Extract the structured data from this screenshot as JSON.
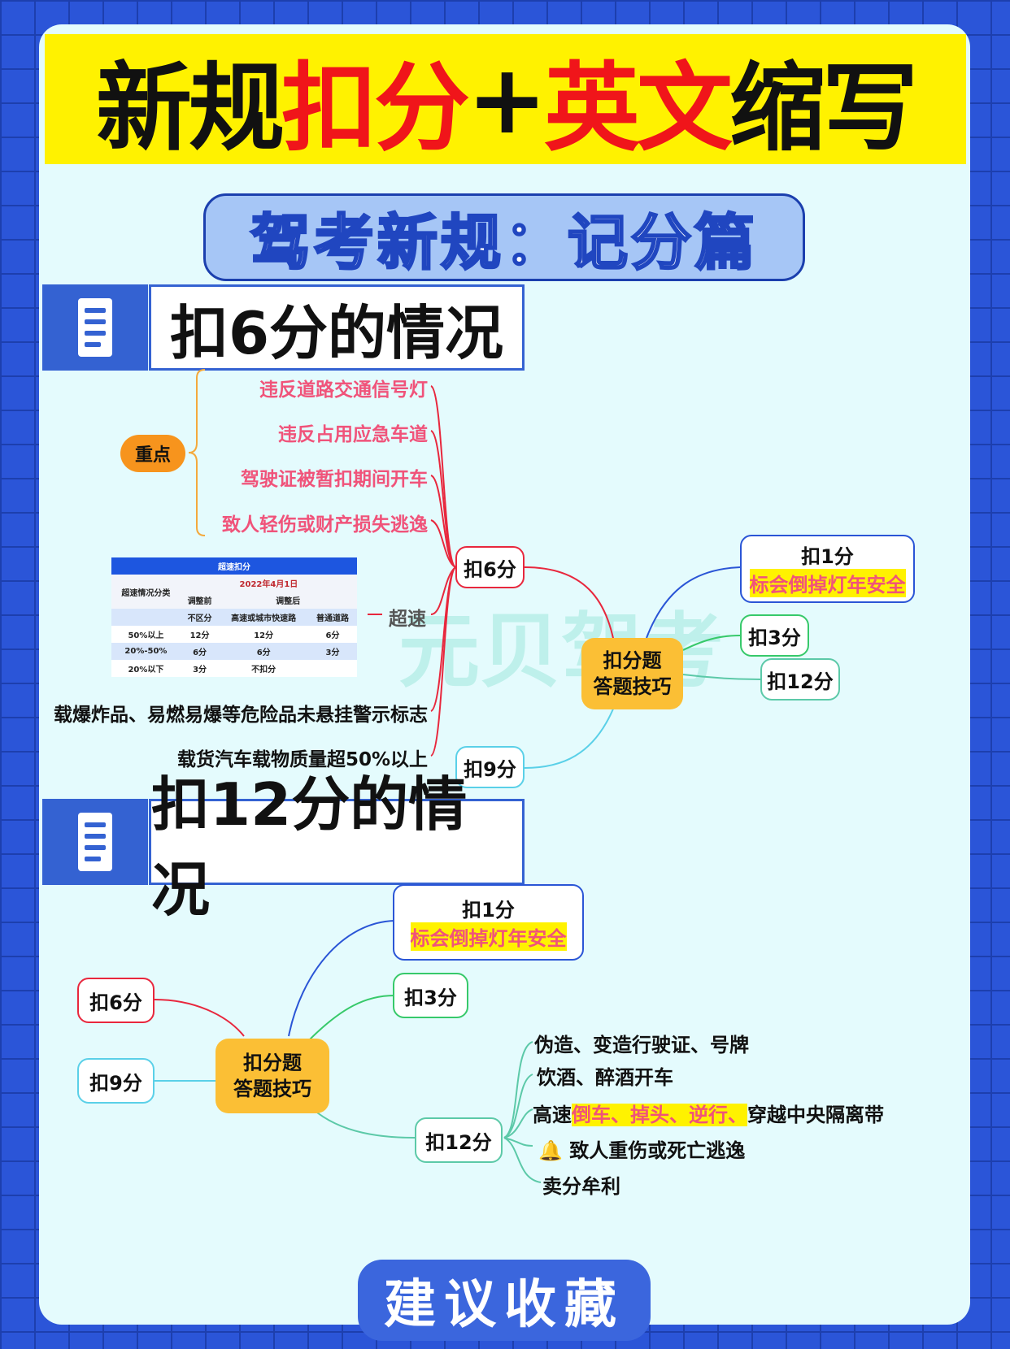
{
  "title": {
    "part1": "新规",
    "part2": "扣分",
    "part3": "+",
    "part4": "英文",
    "part5": "缩写"
  },
  "subtitle": "驾考新规：记分篇",
  "watermark": "元贝驾考",
  "section1": {
    "heading": "扣6分的情况",
    "key_label": "重点",
    "key_items": [
      "违反道路交通信号灯",
      "违反占用应急车道",
      "驾驶证被暂扣期间开车",
      "致人轻伤或财产损失逃逸"
    ],
    "speeding_label": "超速",
    "speed_table": {
      "title": "超速扣分",
      "category_header": "超速情况分类",
      "date": "2022年4月1日",
      "before": "调整前",
      "after": "调整后",
      "sub_headers": [
        "不区分",
        "高速或城市快速路",
        "普通道路"
      ],
      "rows": [
        [
          "50%以上",
          "12分",
          "12分",
          "6分"
        ],
        [
          "20%-50%",
          "6分",
          "6分",
          "3分"
        ],
        [
          "20%以下",
          "3分",
          "不扣分",
          ""
        ]
      ]
    },
    "other_items": [
      "载爆炸品、易燃易爆等危险品未悬挂警示标志",
      "载货汽车载物质量超50%以上"
    ],
    "node_6": "扣6分",
    "center": [
      "扣分题",
      "答题技巧"
    ],
    "node_1": "扣1分",
    "node_1_tip": "标会倒掉灯年安全",
    "node_3": "扣3分",
    "node_12": "扣12分",
    "node_9": "扣9分"
  },
  "section2": {
    "heading": "扣12分的情况",
    "node_1": "扣1分",
    "node_1_tip": "标会倒掉灯年安全",
    "node_3": "扣3分",
    "node_6": "扣6分",
    "node_9": "扣9分",
    "node_12": "扣12分",
    "center": [
      "扣分题",
      "答题技巧"
    ],
    "items": [
      "伪造、变造行驶证、号牌",
      "饮酒、醉酒开车"
    ],
    "highway": {
      "prefix": "高速",
      "highlight": "倒车、掉头、逆行、",
      "suffix": "穿越中央隔离带"
    },
    "item4": "致人重伤或死亡逃逸",
    "item5": "卖分牟利"
  },
  "footer": "建议收藏"
}
